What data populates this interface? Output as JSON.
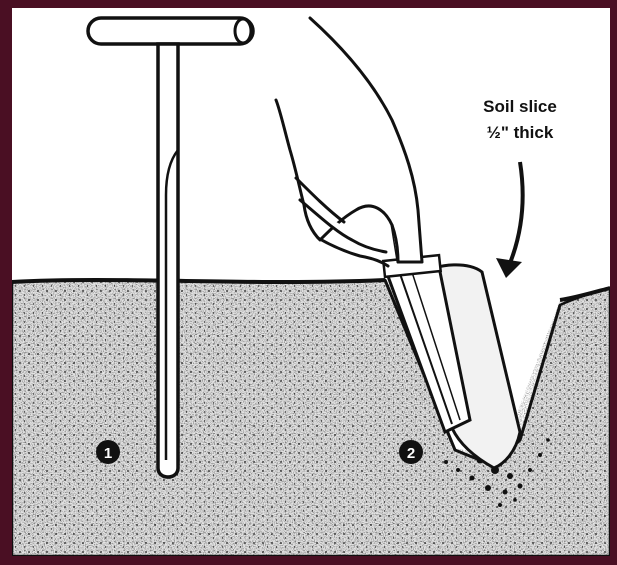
{
  "caption": {
    "line1": "Soil slice",
    "line2": "½\" thick"
  },
  "markers": [
    {
      "label": "1"
    },
    {
      "label": "2"
    }
  ],
  "colors": {
    "frame": "#4a0f23",
    "paper": "#ffffff",
    "ink": "#111111",
    "soil_fill": "#d9d9d9"
  }
}
